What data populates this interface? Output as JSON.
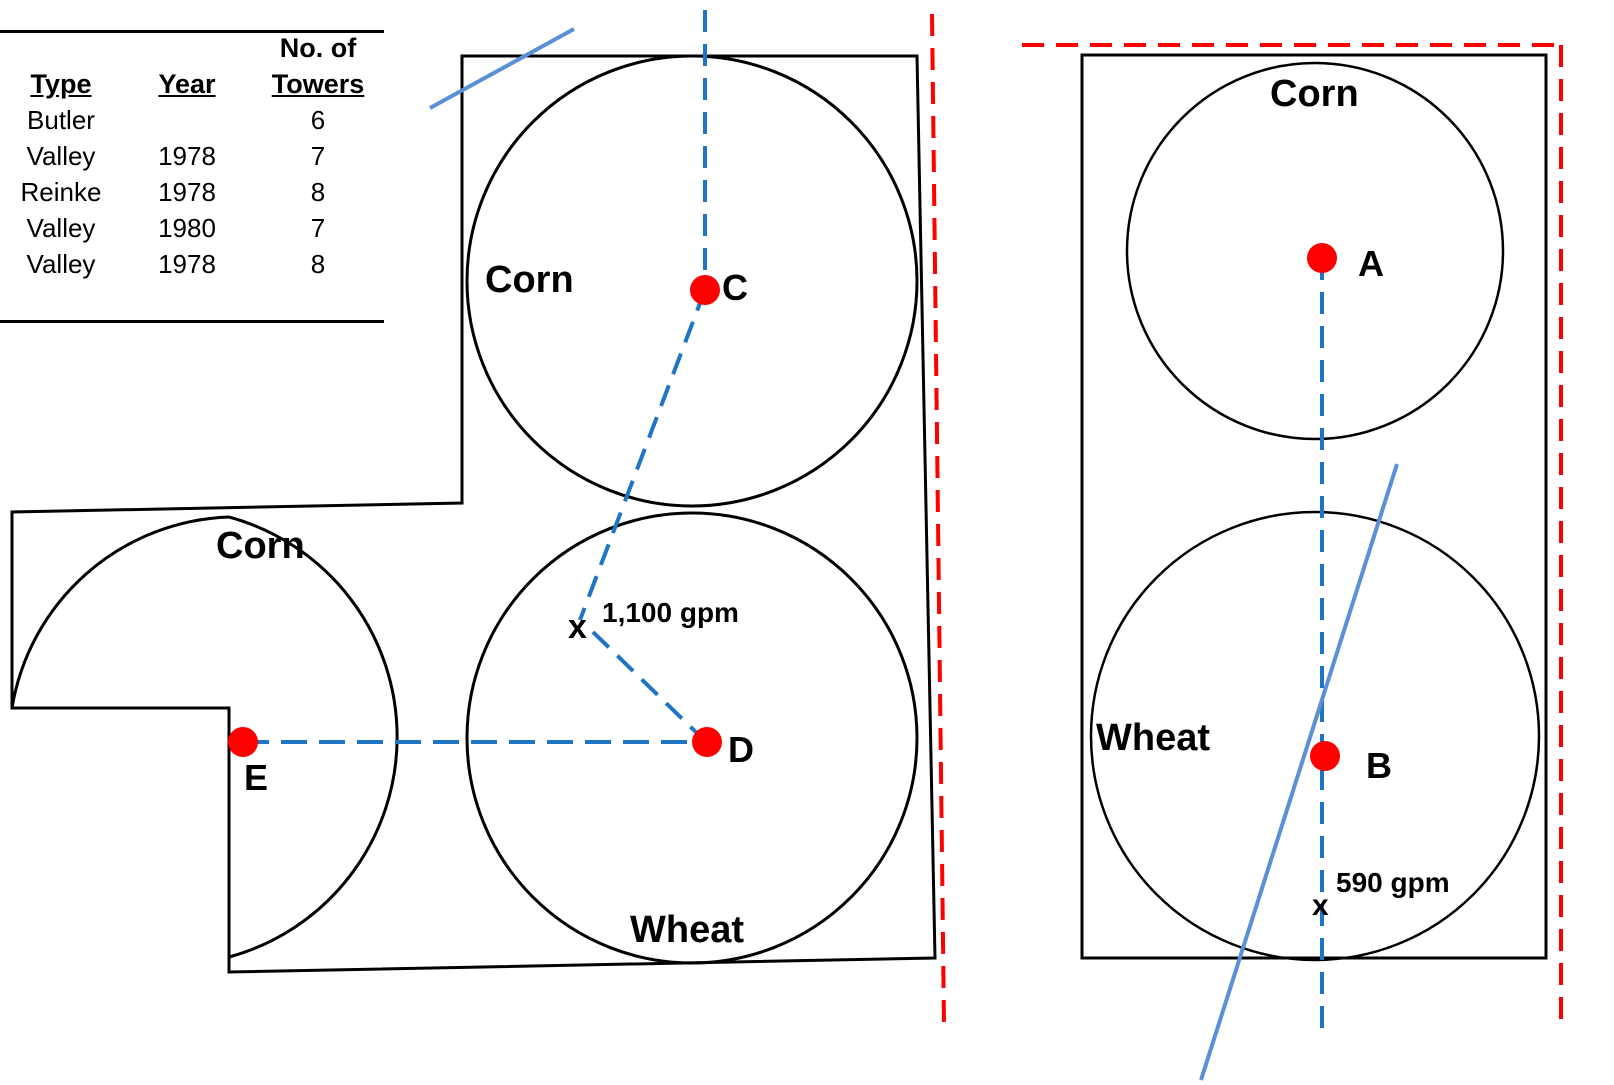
{
  "table": {
    "headers": {
      "type": "Type",
      "year": "Year",
      "towers_line1": "No. of",
      "towers_line2": "Towers"
    },
    "rows": [
      {
        "type": "Butler",
        "year": "",
        "towers": "6"
      },
      {
        "type": "Valley",
        "year": "1978",
        "towers": "7"
      },
      {
        "type": "Reinke",
        "year": "1978",
        "towers": "8"
      },
      {
        "type": "Valley",
        "year": "1980",
        "towers": "7"
      },
      {
        "type": "Valley",
        "year": "1978",
        "towers": "8"
      }
    ]
  },
  "left_field": {
    "crop_top_circle": "Corn",
    "crop_left_half_circle": "Corn",
    "crop_bottom_circle": "Wheat",
    "pivot_c": "C",
    "pivot_d": "D",
    "pivot_e": "E",
    "well_marker": "x",
    "well_rate": "1,100 gpm"
  },
  "right_field": {
    "crop_top_circle": "Corn",
    "crop_bottom_circle": "Wheat",
    "pivot_a": "A",
    "pivot_b": "B",
    "well_marker": "x",
    "well_rate": "590 gpm"
  },
  "colors": {
    "pivot_point": "#ff0000",
    "pipeline_dashed": "#1f74c4",
    "boundary_dashed": "#ff0000",
    "line_solid": "#5b8fd6"
  }
}
